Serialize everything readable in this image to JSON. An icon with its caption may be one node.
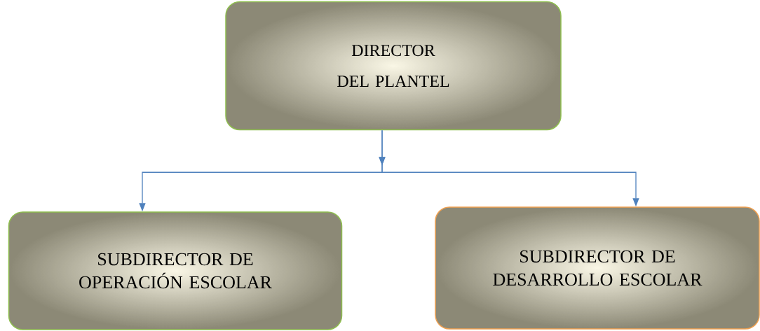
{
  "diagram": {
    "nodes": [
      {
        "text": [
          "DIRECTOR",
          "DEL PLANTEL"
        ]
      },
      {
        "text": [
          "SUBDIRECTOR DE OPERACIÓN ESCOLAR"
        ]
      },
      {
        "text": [
          "SUBDIRECTOR DE DESARROLLO ESCOLAR"
        ]
      }
    ],
    "edges": [
      {
        "from": 0,
        "to": 1,
        "arrow": "to"
      },
      {
        "from": 0,
        "to": 2,
        "arrow": "to"
      }
    ]
  }
}
